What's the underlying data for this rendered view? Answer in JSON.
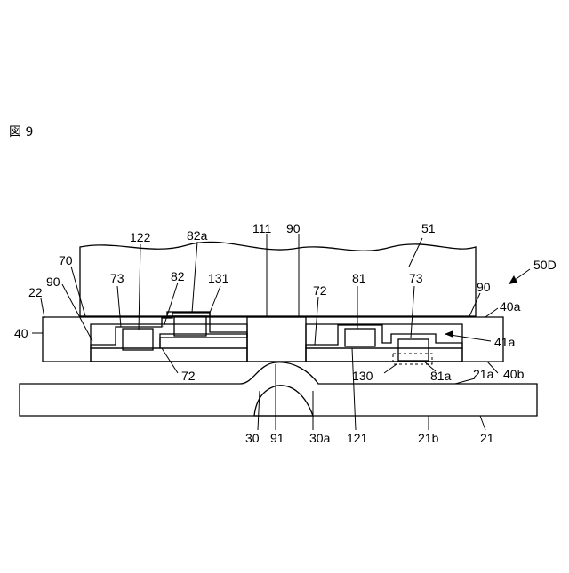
{
  "figure": {
    "title": "図 9",
    "labels": {
      "l_50D": "50D",
      "l_51": "51",
      "l_90_top": "90",
      "l_111": "111",
      "l_82a": "82a",
      "l_122": "122",
      "l_82": "82",
      "l_131": "131",
      "l_73_left": "73",
      "l_70": "70",
      "l_90_left": "90",
      "l_22": "22",
      "l_40": "40",
      "l_72_bottom": "72",
      "l_72_right": "72",
      "l_81": "81",
      "l_73_right": "73",
      "l_90_right": "90",
      "l_40a": "40a",
      "l_41a": "41a",
      "l_40b": "40b",
      "l_21a": "21a",
      "l_130": "130",
      "l_81a": "81a",
      "l_30": "30",
      "l_91": "91",
      "l_30a": "30a",
      "l_121": "121",
      "l_21b": "21b",
      "l_21": "21"
    }
  }
}
